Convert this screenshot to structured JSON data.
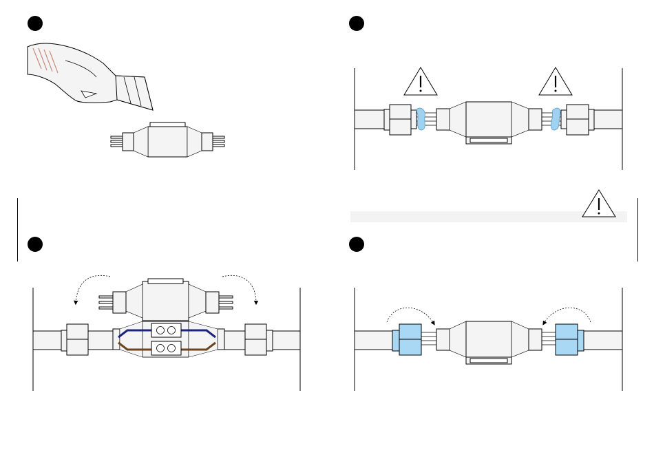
{
  "panels": [
    {
      "id": "step-1",
      "content": "cutter-knife-and-connector"
    },
    {
      "id": "step-2",
      "content": "sealant-warning"
    },
    {
      "id": "step-3",
      "content": "wire-terminal-connection"
    },
    {
      "id": "step-4",
      "content": "nut-tightening"
    }
  ],
  "icons": {
    "warning": "warning-triangle-icon",
    "knife": "cutter-knife-icon",
    "arrow": "curved-dashed-arrow-icon"
  },
  "colors": {
    "outline": "#000000",
    "body_fill": "#f4f4f4",
    "sealant_blue": "#9fd2f0",
    "nut_blue": "#a8d8f4",
    "wire_blue": "#1a237e",
    "wire_brown": "#6b4420",
    "band_gray": "#f3f3f3",
    "knife_stripe": "#c98a7a"
  }
}
